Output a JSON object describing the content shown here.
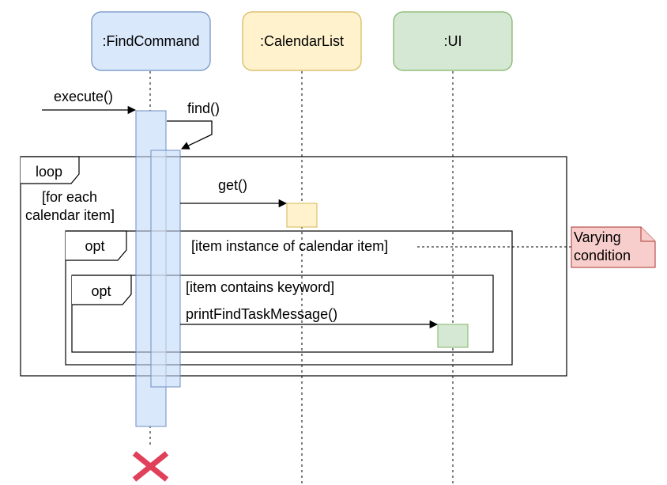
{
  "participants": [
    {
      "label": ":FindCommand",
      "fill": "#dae8fc",
      "stroke": "#6c8ebf"
    },
    {
      "label": ":CalendarList",
      "fill": "#fff2cc",
      "stroke": "#d6b656"
    },
    {
      "label": ":UI",
      "fill": "#d5e8d4",
      "stroke": "#82b366"
    }
  ],
  "messages": {
    "execute": "execute()",
    "find": "find()",
    "get": "get()",
    "print": "printFindTaskMessage()"
  },
  "frames": {
    "loop": {
      "tag": "loop",
      "guard_line1": "[for each",
      "guard_line2": "calendar item]"
    },
    "opt_outer": {
      "tag": "opt",
      "guard": "[item instance of calendar item]"
    },
    "opt_inner": {
      "tag": "opt",
      "guard": "[item contains keyword]"
    }
  },
  "note": {
    "line1": "Varying",
    "line2": "condition",
    "fill": "#f8cecc",
    "stroke": "#b85450"
  },
  "destroy_color": "#e0405a"
}
